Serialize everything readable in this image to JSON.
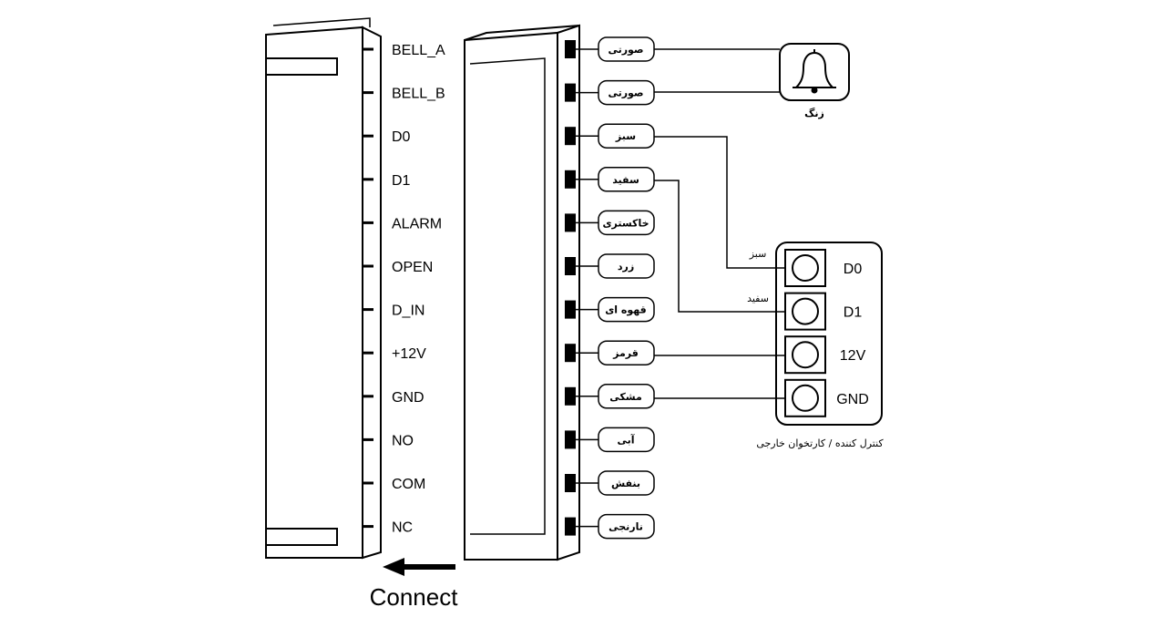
{
  "left_pins": [
    "BELL_A",
    "BELL_B",
    "D0",
    "D1",
    "ALARM",
    "OPEN",
    "D_IN",
    "+12V",
    "GND",
    "NO",
    "COM",
    "NC"
  ],
  "wire_labels": [
    "صورتی",
    "صورتی",
    "سبز",
    "سفید",
    "خاکستری",
    "زرد",
    "قهوه ای",
    "قرمز",
    "مشکی",
    "آبی",
    "بنفش",
    "نارنجی"
  ],
  "bell": {
    "icon": "bell-icon",
    "label": "زنگ"
  },
  "controller": {
    "terminals": [
      "D0",
      "D1",
      "12V",
      "GND"
    ],
    "caption": "کنترل کننده / کارتخوان خارجی",
    "wire_label_d0": "سبز",
    "wire_label_d1": "سفید"
  },
  "connect_label": "Connect",
  "colors": {
    "line": "#000000",
    "background": "#ffffff"
  }
}
